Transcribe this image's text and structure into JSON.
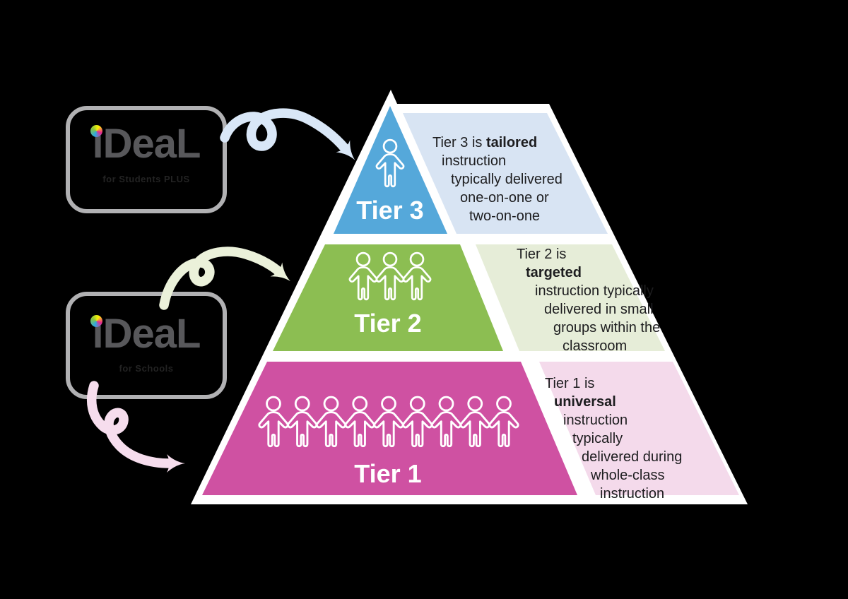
{
  "colors": {
    "tier3_blue": "#55a8da",
    "tier3_panel": "#d8e4f3",
    "tier2_green": "#8cbe52",
    "tier2_panel": "#e6edd8",
    "tier1_magenta": "#cf51a2",
    "tier1_panel": "#f4daeb",
    "pyramid_border": "#ffffff",
    "desc_text": "#1d1d1f",
    "tier_label_text": "#ffffff"
  },
  "logo_style": {
    "border": "#b1b1b3",
    "text_color": "#58585b",
    "dot_gradient": "conic-gradient(from 200deg, #29abe2, #8bc53f 28%, #fff200 52%, #ec268f 75%, #29abe2)"
  },
  "logos": [
    {
      "brand": "iDeaL",
      "brand_display": "ıDeaL",
      "subtitle": "for Students PLUS",
      "dot_icon": "cmyk-dot-icon"
    },
    {
      "brand": "iDeaL",
      "brand_display": "ıDeaL",
      "subtitle": "for Schools",
      "dot_icon": "cmyk-dot-icon"
    }
  ],
  "tiers": [
    {
      "label": "Tier 3",
      "people_count": 1,
      "icon": "person-icon",
      "fill": "#55a8da",
      "panel_fill": "#d8e4f3",
      "desc": {
        "l1a": "Tier 3 is ",
        "l1b": "tailored",
        "l2": "instruction",
        "l3": "typically delivered",
        "l4": "one-on-one or",
        "l5": "two-on-one"
      }
    },
    {
      "label": "Tier 2",
      "people_count": 3,
      "icon": "person-icon",
      "fill": "#8cbe52",
      "panel_fill": "#e6edd8",
      "desc": {
        "l1": "Tier 2 is",
        "l2b": "targeted",
        "l3": "instruction typically",
        "l4": "delivered in small",
        "l5": "groups within the",
        "l6": "classroom"
      }
    },
    {
      "label": "Tier 1",
      "people_count": 9,
      "icon": "person-icon",
      "fill": "#cf51a2",
      "panel_fill": "#f4daeb",
      "desc": {
        "l1": "Tier 1 is",
        "l2b": "universal",
        "l3": "instruction",
        "l4": "typically",
        "l5": "delivered during",
        "l6": "whole-class",
        "l7": "instruction"
      }
    }
  ],
  "arrows": [
    {
      "name": "curly-arrow-to-tier3",
      "color": "#d9e7f7"
    },
    {
      "name": "curly-arrow-to-tier2",
      "color": "#ebf1da"
    },
    {
      "name": "curly-arrow-to-tier1",
      "color": "#f6dded"
    }
  ]
}
